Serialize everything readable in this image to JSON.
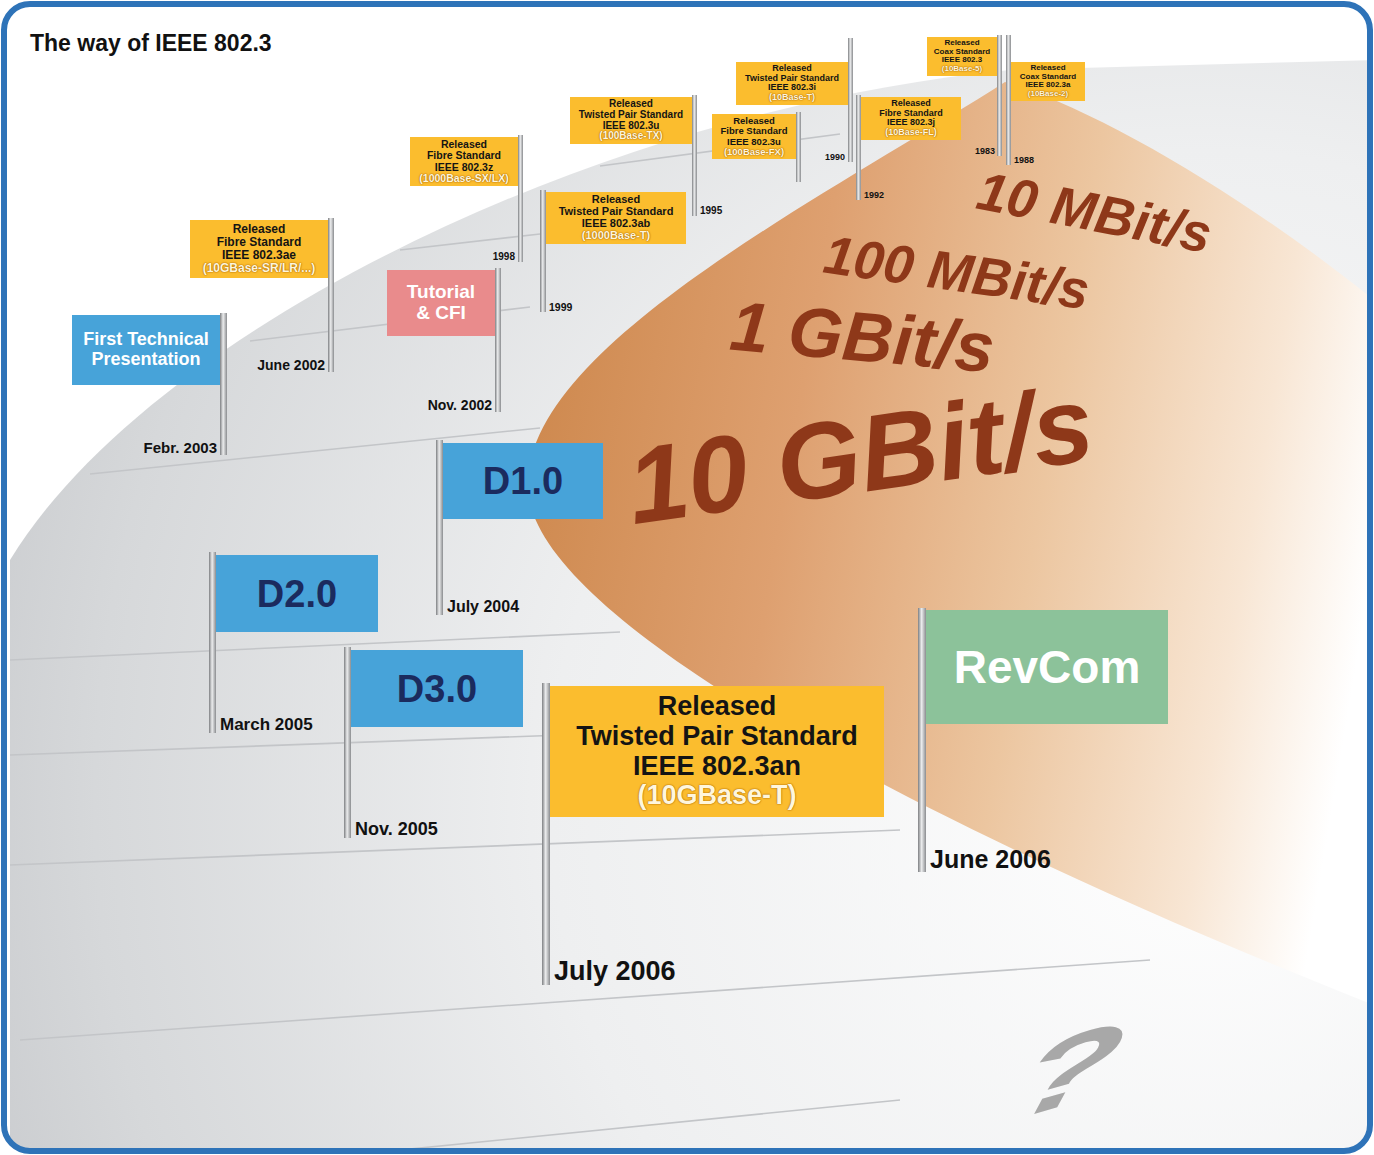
{
  "diagram": {
    "title": "The way of IEEE 802.3",
    "nodes": [
      {
        "text": [
          "Released Coax Standard IEEE 802.3",
          "(10Base-5)"
        ]
      },
      {
        "text": [
          "Released Coax Standard IEEE 802.3a",
          "(10Base-2)"
        ]
      },
      {
        "text": [
          "Released Twisted Pair Standard IEEE 802.3i",
          "(10Base-T)"
        ]
      },
      {
        "text": [
          "Released Fibre Standard IEEE 802.3j",
          "(10Base-FL)"
        ]
      },
      {
        "text": [
          "Released Twisted Pair Standard IEEE 802.3u",
          "(100Base-TX)"
        ]
      },
      {
        "text": [
          "Released Fibre Standard IEEE 802.3u",
          "(100Base-FX)"
        ]
      },
      {
        "text": [
          "Released Fibre Standard IEEE 802.3z",
          "(1000Base-SX/LX)"
        ]
      },
      {
        "text": [
          "Released Twisted Pair Standard IEEE 802.3ab",
          "(1000Base-T)"
        ]
      },
      {
        "text": [
          "Released Fibre Standard IEEE 802.3ae",
          "(10GBase-SR/LR/...)"
        ]
      },
      {
        "text": [
          "Tutorial & CFI"
        ]
      },
      {
        "text": [
          "First Technical Presentation"
        ]
      },
      {
        "text": [
          "D1.0"
        ]
      },
      {
        "text": [
          "D2.0"
        ]
      },
      {
        "text": [
          "D3.0"
        ]
      },
      {
        "text": [
          "RevCom"
        ]
      },
      {
        "text": [
          "Released Twisted Pair Standard IEEE 802.3an",
          "(10GBase-T)"
        ]
      }
    ],
    "labels": [
      "1983",
      "1988",
      "1990",
      "1992",
      "1995",
      "1998",
      "1999",
      "June 2002",
      "Nov. 2002",
      "Febr. 2003",
      "July 2004",
      "March 2005",
      "Nov. 2005",
      "June 2006",
      "July 2006",
      "10 MBit/s",
      "100 MBit/s",
      "1 GBit/s",
      "10 GBit/s",
      "?"
    ]
  }
}
